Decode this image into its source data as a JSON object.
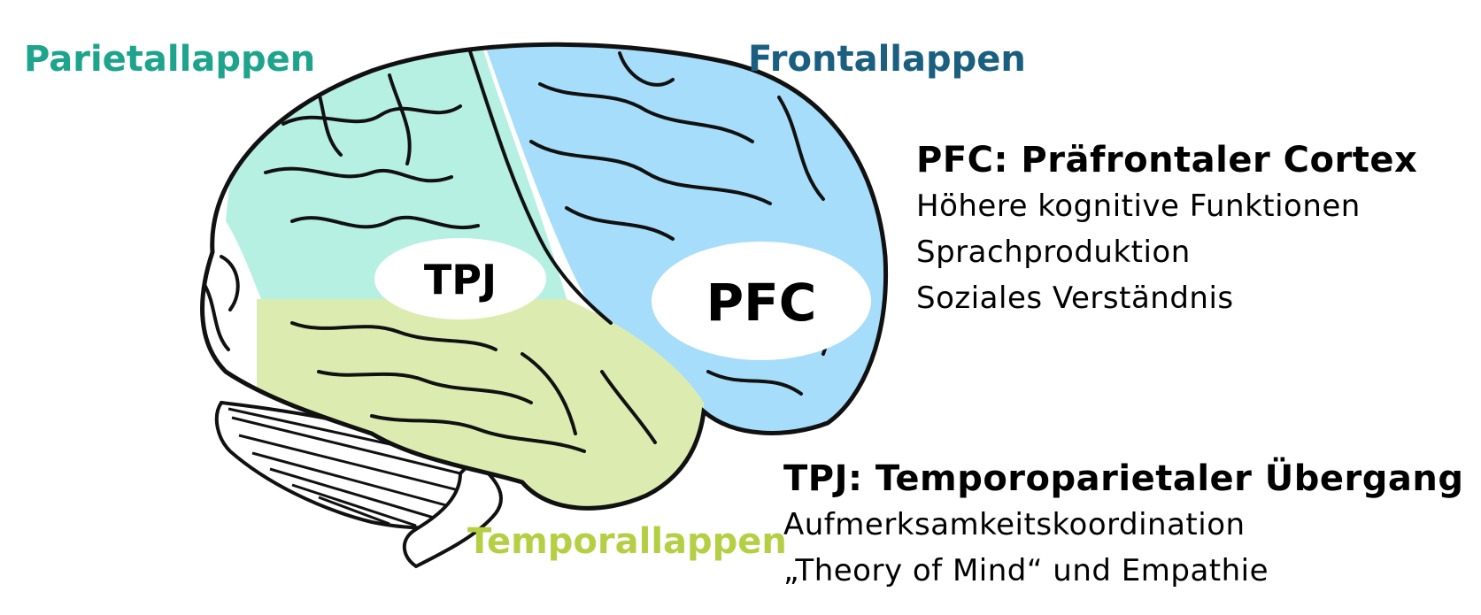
{
  "lobes": {
    "parietal": "Parietallappen",
    "frontal": "Frontallappen",
    "temporal": "Temporallappen"
  },
  "regions": {
    "tpj": "TPJ",
    "pfc": "PFC"
  },
  "pfc_info": {
    "heading": "PFC: Präfrontaler Cortex",
    "lines": [
      "Höhere kognitive Funktionen",
      "Sprachproduktion",
      "Soziales Verständnis"
    ]
  },
  "tpj_info": {
    "heading": "TPJ: Temporoparietaler Übergang",
    "lines": [
      "Aufmerksamkeitskoordination",
      "„Theory of Mind“ und Empathie"
    ]
  },
  "colors": {
    "parietal_fill": "#b6f0e2",
    "frontal_fill": "#a6ddfa",
    "temporal_fill": "#dcecb0",
    "occipital_fill": "#ffffff",
    "parietal_text": "#1ea48c",
    "frontal_text": "#1a5f80",
    "temporal_text": "#b5cf44",
    "outline": "#111111"
  }
}
